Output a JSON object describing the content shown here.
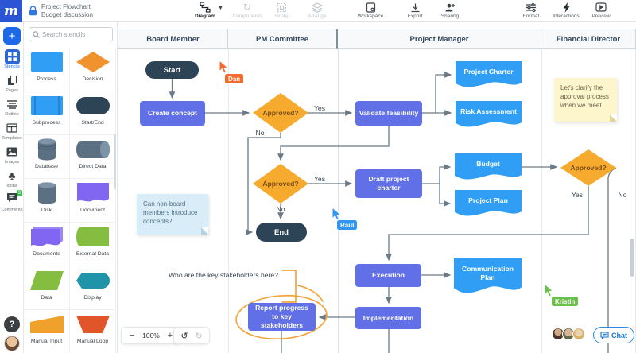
{
  "app": {
    "logo": "m",
    "doc_title": "Project Flowchart",
    "doc_subtitle": "Budget discussion"
  },
  "toolbar": {
    "items": [
      {
        "label": "Diagram"
      },
      {
        "label": "Components"
      },
      {
        "label": "Group"
      },
      {
        "label": "Arrange"
      },
      {
        "label": "Workspace"
      },
      {
        "label": "Export"
      },
      {
        "label": "Sharing"
      }
    ],
    "right": [
      {
        "label": "Format"
      },
      {
        "label": "Interactions"
      },
      {
        "label": "Preview"
      }
    ]
  },
  "sidebar": {
    "search_placeholder": "Search stencils",
    "rail": [
      {
        "label": "Stencils"
      },
      {
        "label": "Pages"
      },
      {
        "label": "Outline"
      },
      {
        "label": "Templates"
      },
      {
        "label": "Images"
      },
      {
        "label": "Icons"
      },
      {
        "label": "Comments"
      }
    ],
    "comments_badge": "3",
    "help": "?"
  },
  "stencils": [
    {
      "label": "Process"
    },
    {
      "label": "Decision"
    },
    {
      "label": "Subprocess"
    },
    {
      "label": "Start/End"
    },
    {
      "label": "Database"
    },
    {
      "label": "Direct Data"
    },
    {
      "label": "Disk"
    },
    {
      "label": "Document"
    },
    {
      "label": "Documents"
    },
    {
      "label": "External Data"
    },
    {
      "label": "Data"
    },
    {
      "label": "Display"
    },
    {
      "label": "Manual Input"
    },
    {
      "label": "Manual Loop"
    }
  ],
  "lanes": [
    {
      "label": "Board Member"
    },
    {
      "label": "PM Committee"
    },
    {
      "label": "Project Manager"
    },
    {
      "label": "Financial Director"
    }
  ],
  "nodes": {
    "start": "Start",
    "create_concept": "Create concept",
    "approved1": "Approved?",
    "validate": "Validate feasibility",
    "project_charter": "Project Charter",
    "risk_assessment": "Risk Assessment",
    "approved2": "Approved?",
    "draft_charter": "Draft project charter",
    "budget": "Budget",
    "project_plan": "Project Plan",
    "approved3": "Approved?",
    "end": "End",
    "execution": "Execution",
    "communication_plan": "Communication Plan",
    "implementation": "Implementation",
    "report": "Report progress to key stakeholders"
  },
  "edge_labels": {
    "yes1": "Yes",
    "no1": "No",
    "yes2": "Yes",
    "no2": "No",
    "yes3": "Yes",
    "no3": "No"
  },
  "stickies": {
    "yellow": "Let's clarify the approval process when we meet.",
    "blue": "Can non-board members introduce concepts?",
    "annotation": "Who are the key stakeholders here?"
  },
  "cursors": [
    {
      "name": "Dan",
      "color": "#f26b2a"
    },
    {
      "name": "Raul",
      "color": "#2e97f5"
    },
    {
      "name": "Kristin",
      "color": "#6cbf4d"
    }
  ],
  "controls": {
    "zoom_out": "−",
    "zoom_level": "100%",
    "zoom_in": "+",
    "undo": "↺",
    "redo": "↻",
    "chat": "Chat"
  },
  "colors": {
    "process": "#6170e6",
    "document": "#2f9ef4",
    "decision": "#f6ab2f",
    "terminator": "#2d4356",
    "connector": "#6b7a87",
    "annotation": "#f2a43b",
    "brand": "#2b55d4",
    "sticky_yellow": "#fdf6cd",
    "sticky_blue": "#d9edf8"
  }
}
